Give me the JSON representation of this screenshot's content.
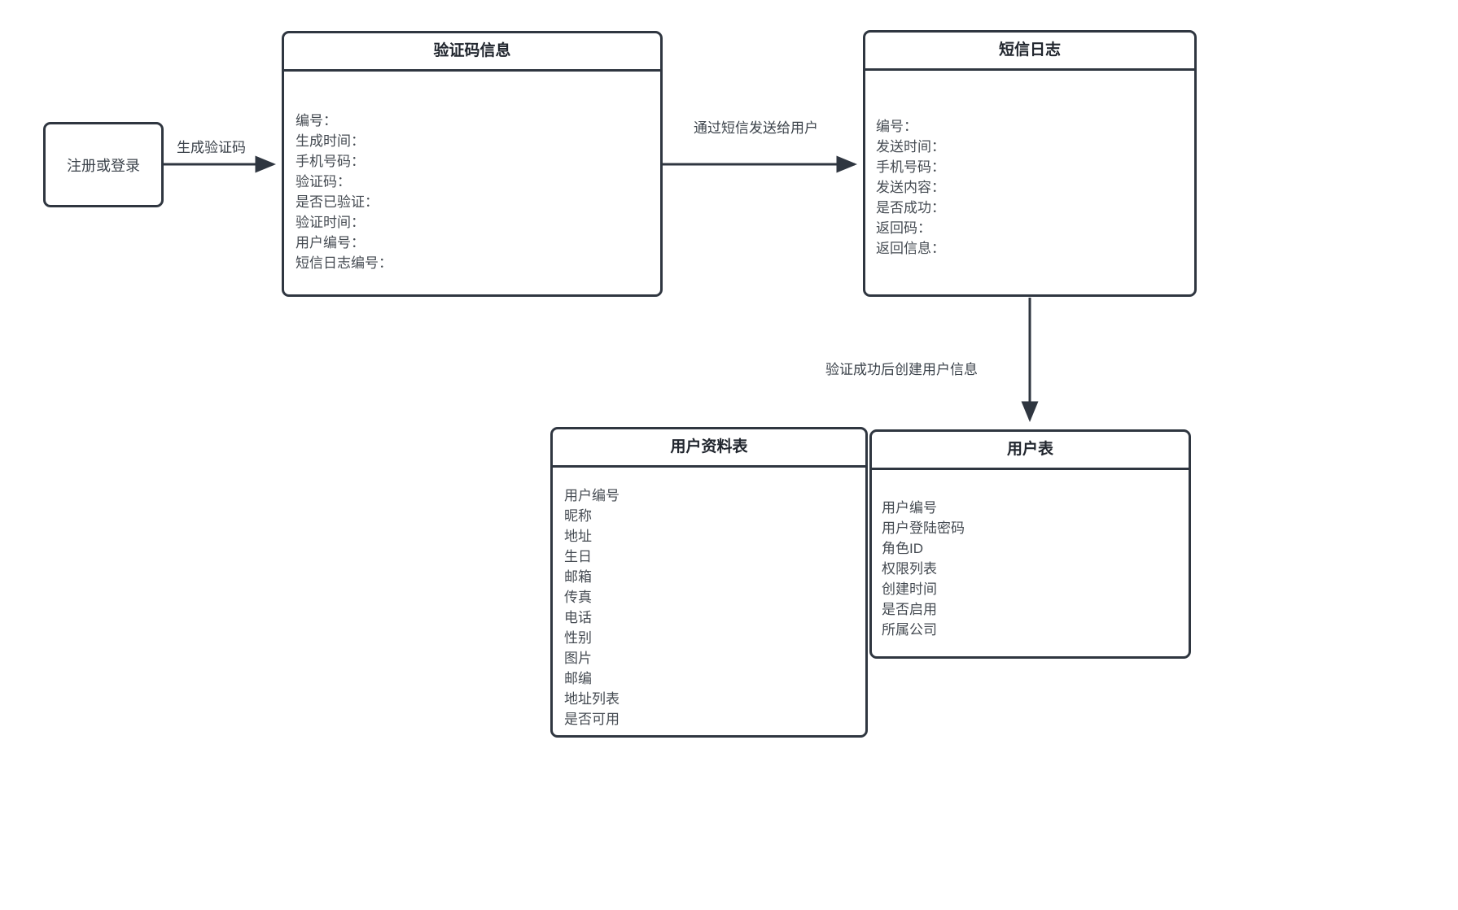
{
  "canvas": {
    "background": "#ffffff",
    "stroke_color": "#2f3640",
    "title_color": "#21262e",
    "field_color": "#454b52"
  },
  "nodes": {
    "register": {
      "label": "注册或登录"
    },
    "captcha_info": {
      "title": "验证码信息",
      "fields": [
        "编号：",
        "生成时间：",
        "手机号码：",
        "验证码：",
        "是否已验证：",
        "验证时间：",
        "用户编号：",
        "短信日志编号："
      ]
    },
    "sms_log": {
      "title": "短信日志",
      "fields": [
        "编号：",
        "发送时间：",
        "手机号码：",
        "发送内容：",
        "是否成功：",
        "返回码：",
        "返回信息："
      ]
    },
    "user_profile": {
      "title": "用户资料表",
      "fields": [
        "用户编号",
        "昵称",
        "地址",
        "生日",
        "邮箱",
        "传真",
        "电话",
        "性别",
        "图片",
        "邮编",
        "地址列表",
        "是否可用"
      ]
    },
    "user_table": {
      "title": "用户表",
      "fields": [
        "用户编号",
        "用户登陆密码",
        "角色ID",
        "权限列表",
        "创建时间",
        "是否启用",
        "所属公司"
      ]
    }
  },
  "edges": {
    "generate_code": {
      "label": "生成验证码"
    },
    "send_sms": {
      "label": "通过短信发送给用户"
    },
    "create_user": {
      "label": "验证成功后创建用户信息"
    }
  }
}
